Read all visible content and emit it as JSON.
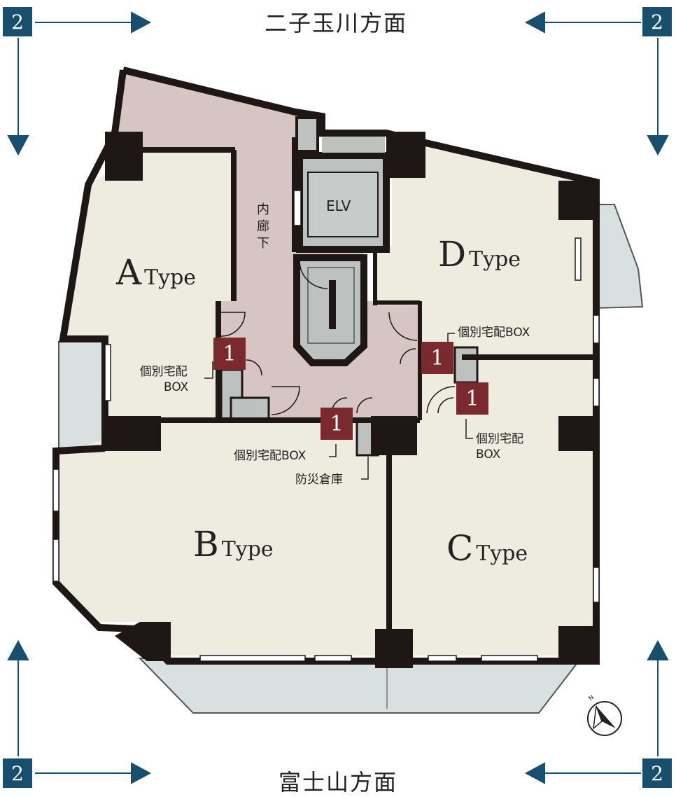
{
  "direction_labels": {
    "north": "二子玉川方面",
    "south": "富士山方面"
  },
  "view_markers": {
    "top_left": "2",
    "top_right": "2",
    "bottom_left": "2",
    "bottom_right": "2"
  },
  "units": {
    "a": {
      "letter": "A",
      "suffix": "Type"
    },
    "b": {
      "letter": "B",
      "suffix": "Type"
    },
    "c": {
      "letter": "C",
      "suffix": "Type"
    },
    "d": {
      "letter": "D",
      "suffix": "Type"
    }
  },
  "common_areas": {
    "corridor": "内廊下",
    "elevator": "ELV",
    "storage": "防災倉庫"
  },
  "delivery_box": {
    "marker": "1",
    "label_inline": "個別宅配BOX",
    "label_line1": "個別宅配",
    "label_line2": "BOX"
  },
  "compass": {
    "label": "N"
  },
  "colors": {
    "marker_blue": "#184f6e",
    "marker_red": "#7a2a2e",
    "unit_fill": "#eeebdf",
    "corridor_fill": "#d6c5c2",
    "balcony_fill": "#d8e0e0",
    "core_fill": "#bdc1c0",
    "wall": "#1e1716"
  }
}
